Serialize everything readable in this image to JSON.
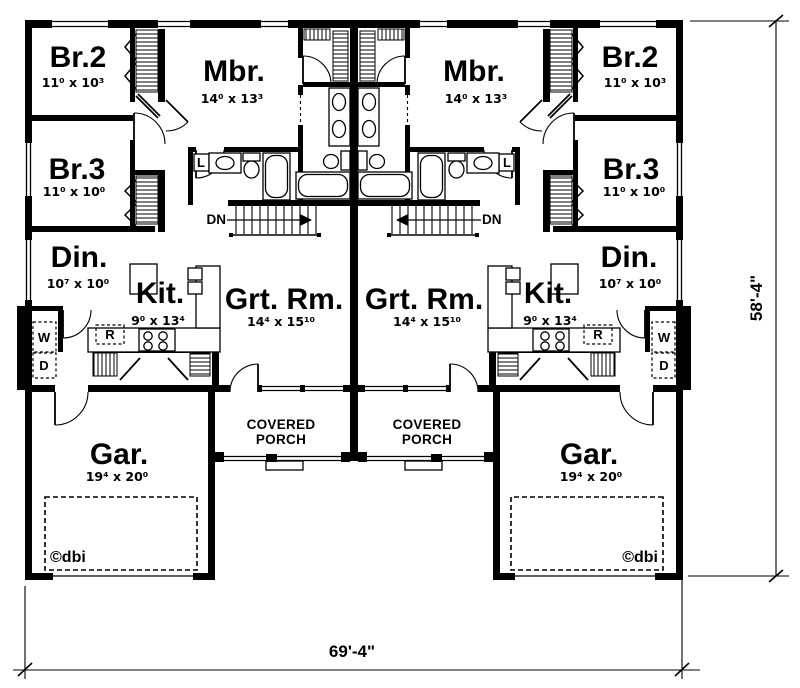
{
  "document": {
    "type": "duplex-floor-plan",
    "copyright": "©dbi"
  },
  "rooms": {
    "br2": {
      "name": "Br.2",
      "dims": "11⁰ x 10³"
    },
    "mbr": {
      "name": "Mbr.",
      "dims": "14⁰ x 13³"
    },
    "br3": {
      "name": "Br.3",
      "dims": "11⁰ x 10⁰"
    },
    "din": {
      "name": "Din.",
      "dims": "10⁷ x 10⁰"
    },
    "kit": {
      "name": "Kit.",
      "dims": "9⁰ x 13⁴"
    },
    "grt": {
      "name": "Grt. Rm.",
      "dims": "14⁴ x 15¹⁰"
    },
    "gar": {
      "name": "Gar.",
      "dims": "19⁴ x 20⁰"
    },
    "porch": {
      "line1": "COVERED",
      "line2": "PORCH"
    }
  },
  "labels": {
    "washer": "W",
    "dryer": "D",
    "refrigerator": "R",
    "linen": "L",
    "stairs_down": "DN"
  },
  "dimensions": {
    "overall_width": "69'-4\"",
    "overall_depth": "58'-4\""
  },
  "colors": {
    "ink": "#000000",
    "paper": "#ffffff"
  }
}
